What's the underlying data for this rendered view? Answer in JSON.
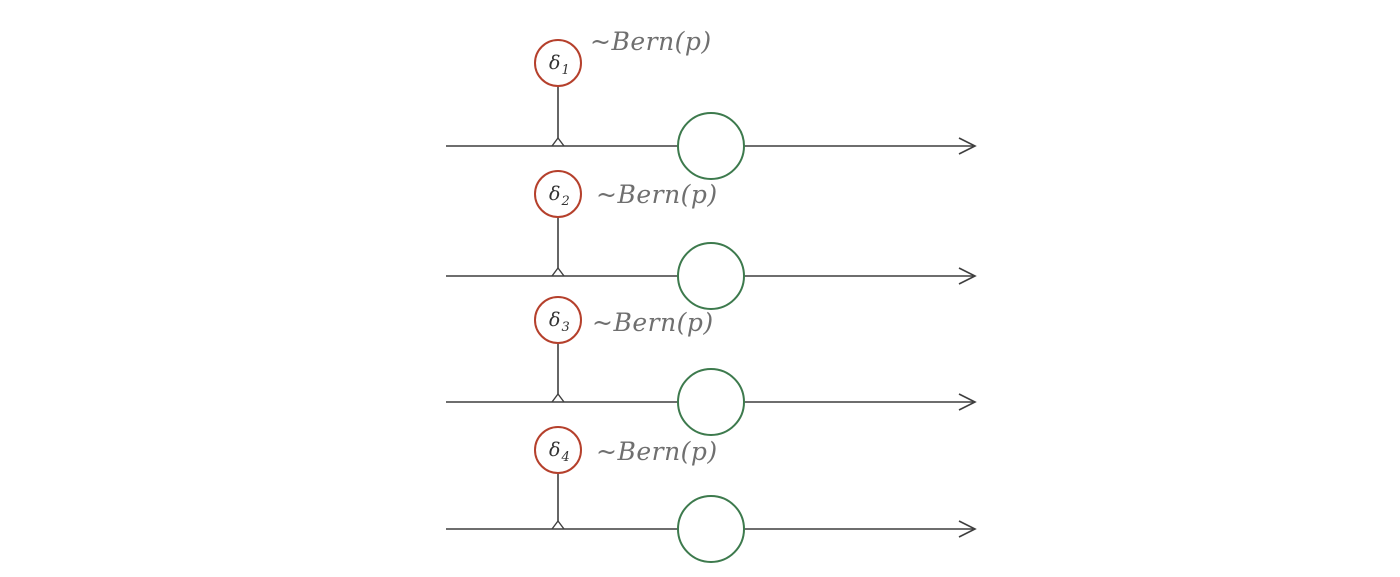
{
  "diagram": {
    "rows": [
      {
        "symbol": "δ",
        "subscript": "1",
        "distribution": "~Bern(p)"
      },
      {
        "symbol": "δ",
        "subscript": "2",
        "distribution": "~Bern(p)"
      },
      {
        "symbol": "δ",
        "subscript": "3",
        "distribution": "~Bern(p)"
      },
      {
        "symbol": "δ",
        "subscript": "4",
        "distribution": "~Bern(p)"
      }
    ],
    "colors": {
      "wire": "#3f3f3f",
      "dropout_node": "#b5402c",
      "neuron": "#3d7a4d",
      "label": "#6f6f6f"
    }
  }
}
